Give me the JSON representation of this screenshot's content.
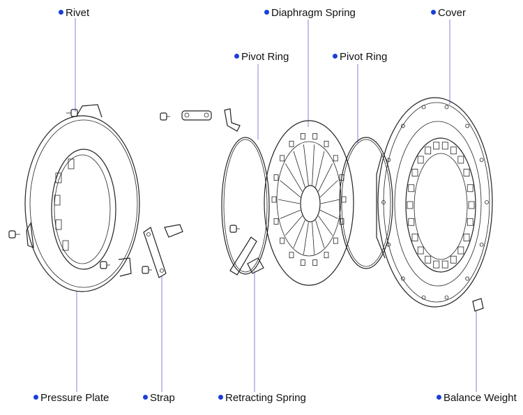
{
  "colors": {
    "bullet": "#1a3fd6",
    "leader": "#8a7fd6",
    "ink": "#222222"
  },
  "labels": {
    "rivet": "Rivet",
    "diaphragm_spring": "Diaphragm Spring",
    "cover": "Cover",
    "pivot_ring_left": "Pivot Ring",
    "pivot_ring_right": "Pivot Ring",
    "pressure_plate": "Pressure Plate",
    "strap": "Strap",
    "retracting_spring": "Retracting Spring",
    "balance_weight": "Balance Weight"
  }
}
